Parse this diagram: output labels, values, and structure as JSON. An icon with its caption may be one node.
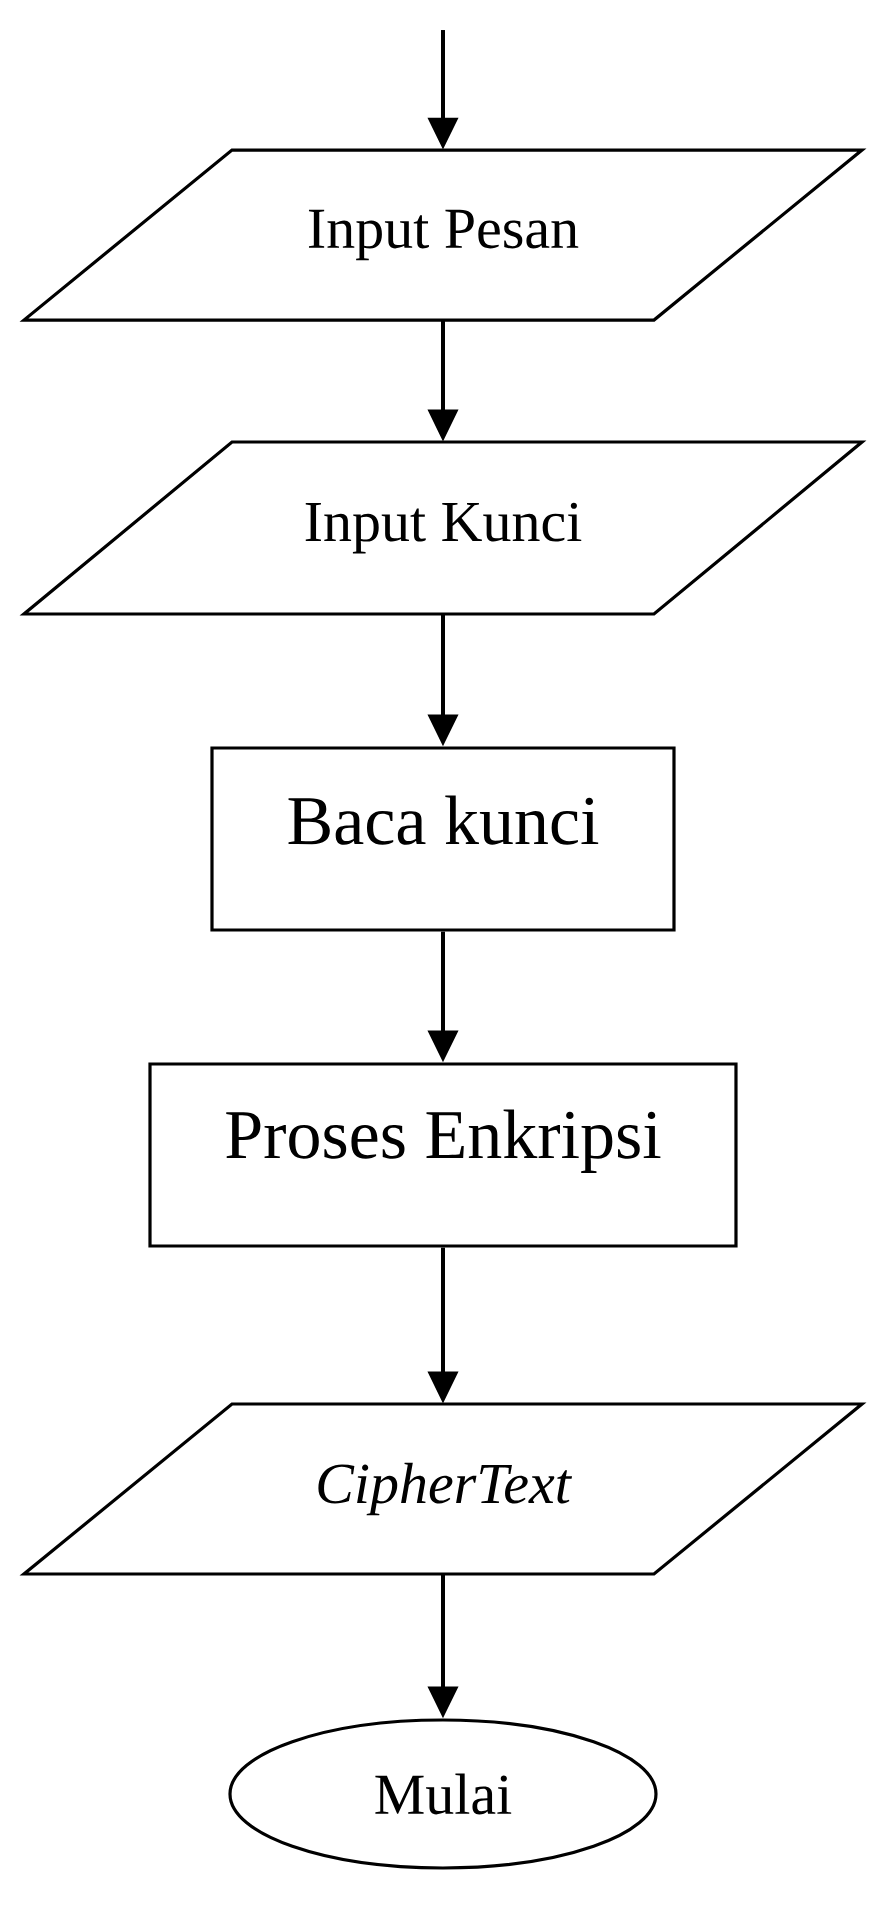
{
  "diagram": {
    "nodes": [
      {
        "text": [
          "Input Pesan"
        ]
      },
      {
        "text": [
          "Input Kunci"
        ]
      },
      {
        "text": [
          "Baca kunci"
        ]
      },
      {
        "text": [
          "Proses Enkripsi"
        ]
      },
      {
        "text": [
          "CipherText"
        ]
      },
      {
        "text": [
          "Mulai"
        ]
      }
    ],
    "edges": [
      {
        "from": null,
        "to": 0,
        "arrow": "to"
      },
      {
        "from": 0,
        "to": 1,
        "arrow": "to"
      },
      {
        "from": 1,
        "to": 2,
        "arrow": "to"
      },
      {
        "from": 2,
        "to": 3,
        "arrow": "to"
      },
      {
        "from": 3,
        "to": 4,
        "arrow": "to"
      },
      {
        "from": 4,
        "to": 5,
        "arrow": "to"
      }
    ]
  }
}
